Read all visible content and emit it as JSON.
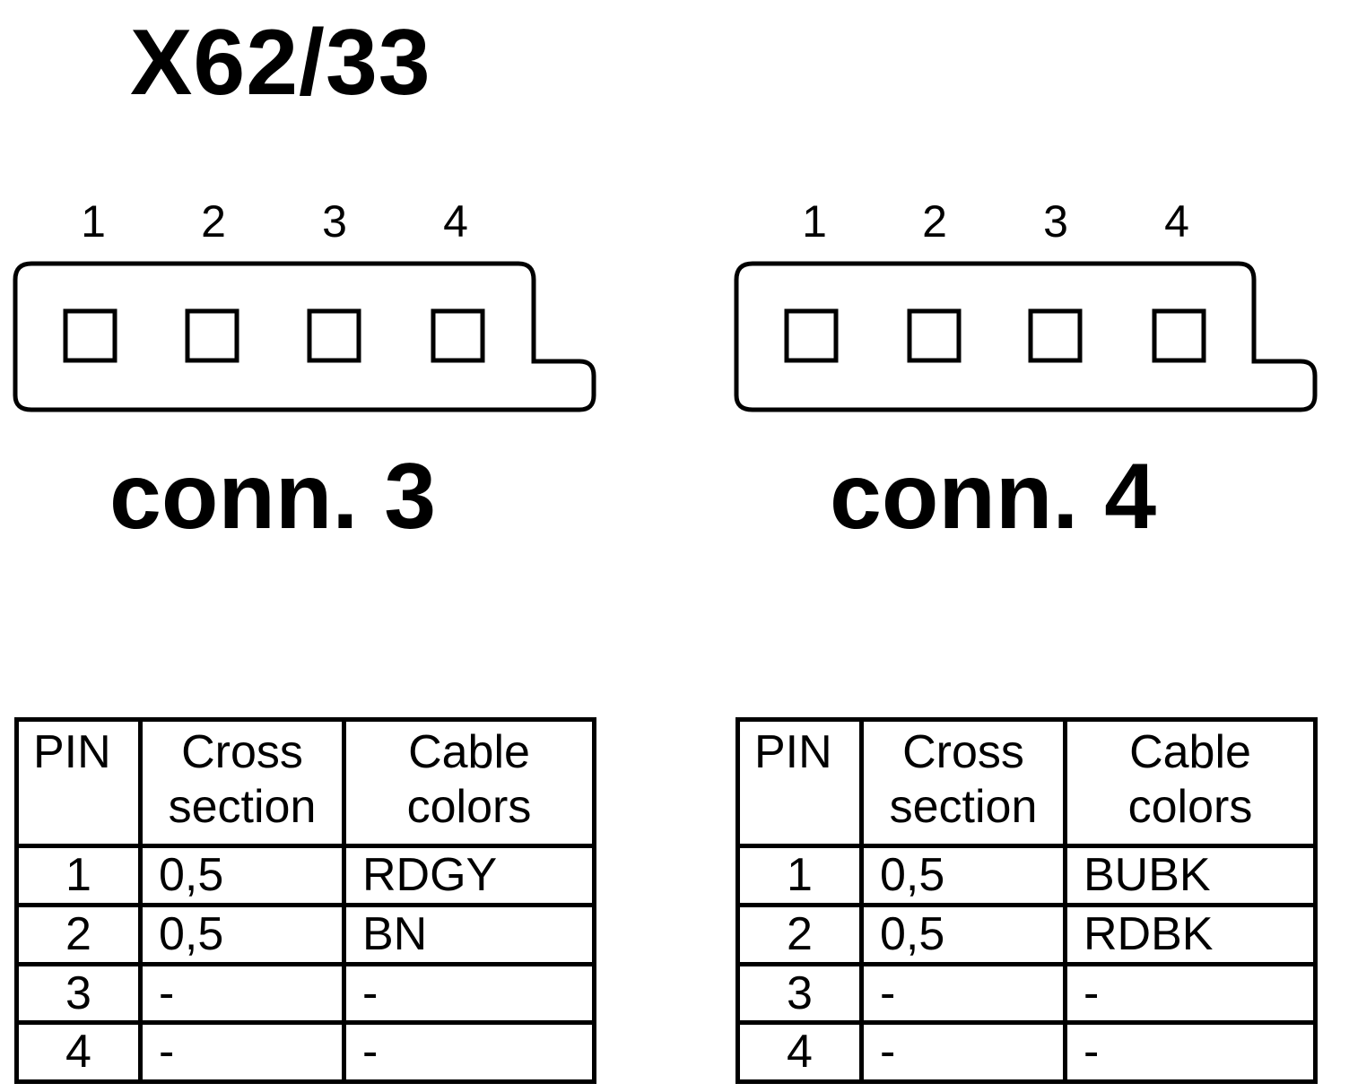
{
  "title": "X62/33",
  "connectors": [
    {
      "label": "conn. 3",
      "pin_numbers": [
        "1",
        "2",
        "3",
        "4"
      ]
    },
    {
      "label": "conn. 4",
      "pin_numbers": [
        "1",
        "2",
        "3",
        "4"
      ]
    }
  ],
  "tables": [
    {
      "headers": {
        "pin": "PIN",
        "cross_line1": "Cross",
        "cross_line2": "section",
        "cable_line1": "Cable",
        "cable_line2": "colors"
      },
      "rows": [
        {
          "pin": "1",
          "cross_section": "0,5",
          "cable_colors": "RDGY"
        },
        {
          "pin": "2",
          "cross_section": "0,5",
          "cable_colors": "BN"
        },
        {
          "pin": "3",
          "cross_section": "-",
          "cable_colors": "-"
        },
        {
          "pin": "4",
          "cross_section": "-",
          "cable_colors": "-"
        }
      ]
    },
    {
      "headers": {
        "pin": "PIN",
        "cross_line1": "Cross",
        "cross_line2": "section",
        "cable_line1": "Cable",
        "cable_line2": "colors"
      },
      "rows": [
        {
          "pin": "1",
          "cross_section": "0,5",
          "cable_colors": "BUBK"
        },
        {
          "pin": "2",
          "cross_section": "0,5",
          "cable_colors": "RDBK"
        },
        {
          "pin": "3",
          "cross_section": "-",
          "cable_colors": "-"
        },
        {
          "pin": "4",
          "cross_section": "-",
          "cable_colors": "-"
        }
      ]
    }
  ]
}
